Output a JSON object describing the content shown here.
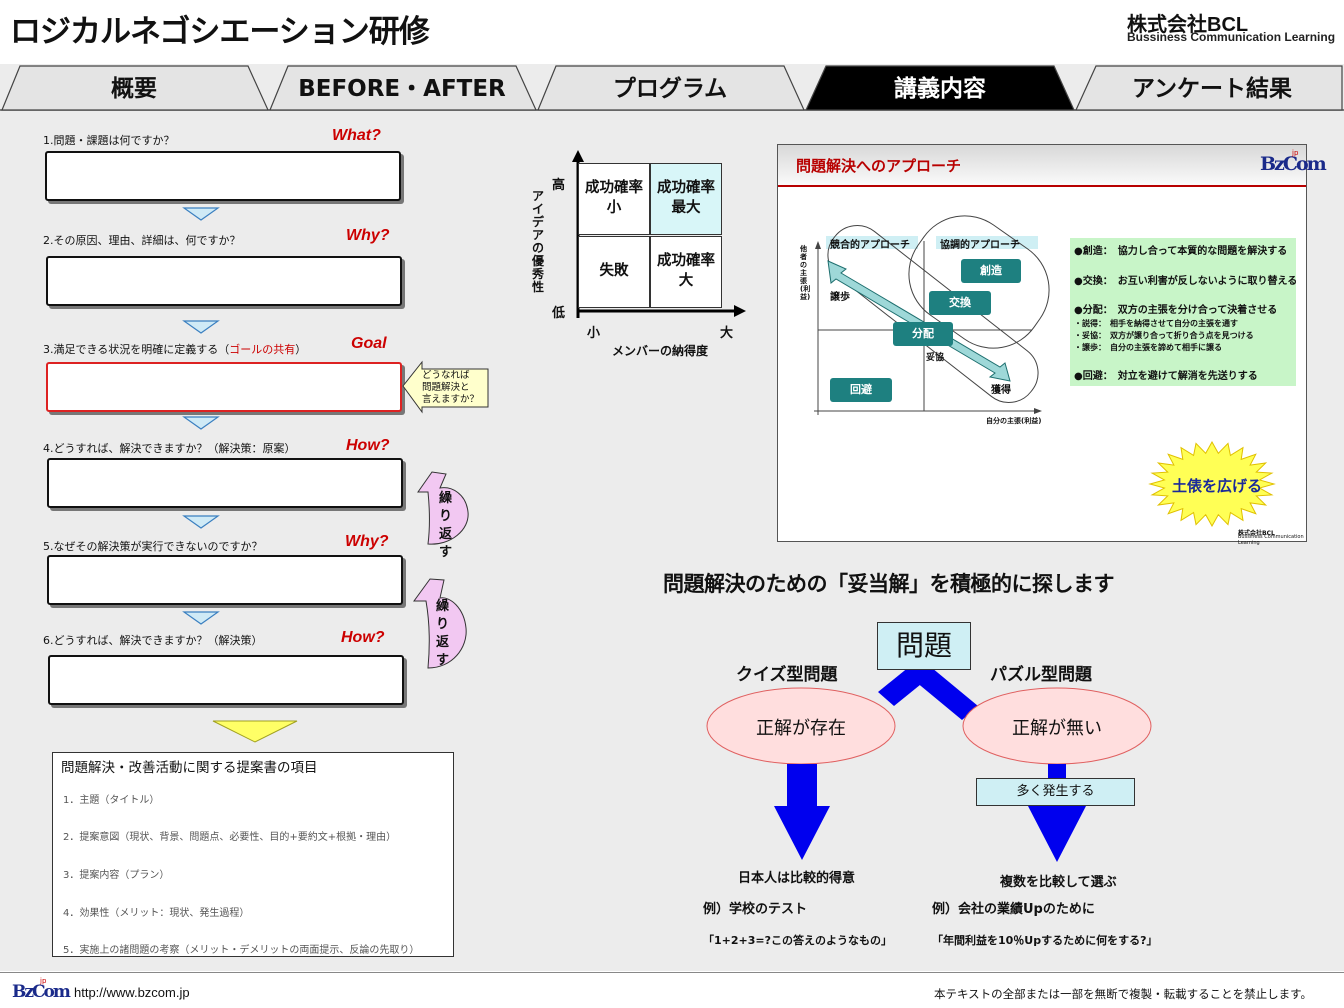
{
  "header": {
    "title": "ロジカルネゴシエーション研修",
    "company": "株式会社BCL",
    "company_sub": "Bussiness Communication Learning"
  },
  "tabs": [
    {
      "label": "概要",
      "active": false
    },
    {
      "label": "BEFORE・AFTER",
      "active": false
    },
    {
      "label": "プログラム",
      "active": false
    },
    {
      "label": "講義内容",
      "active": true
    },
    {
      "label": "アンケート結果",
      "active": false
    }
  ],
  "flow": {
    "q1": {
      "label": "1.問題・課題は何ですか？",
      "tag": "What?"
    },
    "q2": {
      "label": "2.その原因、理由、詳細は、何ですか？",
      "tag": "Why?"
    },
    "q3": {
      "label_pre": "3.満足できる状況を明確に定義する（",
      "label_hl": "ゴールの共有",
      "label_post": "）",
      "tag": "Goal"
    },
    "q4": {
      "label": "4.どうすれば、解決できますか？（解決策：原案）",
      "tag": "How?"
    },
    "q5": {
      "label": "5.なぜその解決策が実行できないのですか？",
      "tag": "Why?"
    },
    "q6": {
      "label": "6.どうすれば、解決できますか？（解決策）",
      "tag": "How?"
    },
    "callout": [
      "どうなれば",
      "問題解決と",
      "言えますか？"
    ],
    "repeat_label": "繰り返す"
  },
  "proposal": {
    "title": "問題解決・改善活動に関する提案書の項目",
    "items": [
      "1．主題（タイトル）",
      "2．提案意図（現状、背景、問題点、必要性、目的+要約文+根拠・理由）",
      "3．提案内容（プラン）",
      "4．効果性（メリット：現状、発生過程）",
      "5．実施上の諸問題の考察（メリット・デメリットの両面提示、反論の先取り）"
    ]
  },
  "matrix": {
    "y_label": "アイデアの優秀性",
    "x_label": "メンバーの納得度",
    "high": "高",
    "low": "低",
    "small": "小",
    "large": "大",
    "cells": {
      "top_left": "成功確率\n小",
      "top_right": "成功確率\n最大",
      "bottom_left": "失敗",
      "bottom_right": "成功確率\n大"
    }
  },
  "slide": {
    "title": "問題解決へのアプローチ",
    "logo": "BzCom",
    "logo_sup": "jp",
    "bar_left": "競合的アプローチ",
    "bar_right": "協調的アプローチ",
    "y_axis": "他者の主張(利益)",
    "x_axis": "自分の主張(利益)",
    "labels": {
      "compromise_left": "譲歩",
      "yield_label": "妥協",
      "win": "獲得",
      "create": "創造",
      "exchange": "交換",
      "distribute": "分配",
      "avoid": "回避"
    },
    "explanations": [
      "●創造：　協力し合って本質的な問題を解決する",
      "●交換：　お互い利害が反しないように取り替える",
      "●分配：　双方の主張を分け合って決着させる",
      "・説得：　相手を納得させて自分の主張を通す",
      "・妥協：　双方が譲り合って折り合う点を見つける",
      "・譲歩：　自分の主張を諦めて相手に譲る",
      "●回避：　対立を避けて解消を先送りする"
    ],
    "starburst": "土俵を広げる",
    "footer_company": "株式会社BCL",
    "footer_sub": "Bussiness Communication Learning"
  },
  "problem_types": {
    "headline": "問題解決のための「妥当解」を積極的に探します",
    "problem": "問題",
    "quiz_title": "クイズ型問題",
    "puzzle_title": "パズル型問題",
    "quiz_ellipse": "正解が存在",
    "puzzle_ellipse": "正解が無い",
    "often": "多く発生する",
    "quiz_result": "日本人は比較的得意",
    "puzzle_result": "複数を比較して選ぶ",
    "quiz_example": "例）学校のテスト",
    "puzzle_example": "例）会社の業績Upのために",
    "quiz_quote": "「1+2+3=?この答えのようなもの」",
    "puzzle_quote": "「年間利益を10％Upするために何をする?」"
  },
  "footer": {
    "logo": "BzCom",
    "logo_sup": "jp",
    "url": "http://www.bzcom.jp",
    "notice": "本テキストの全部または一部を無断で複製・転載することを禁止します。"
  },
  "colors": {
    "accent_red": "#cc0000",
    "teal": "#1e8080",
    "light_cyan": "#cfeff4",
    "green_panel": "#c8f5c8",
    "blue_arrow": "#0000ee",
    "logo_blue": "#1a2a8a"
  }
}
